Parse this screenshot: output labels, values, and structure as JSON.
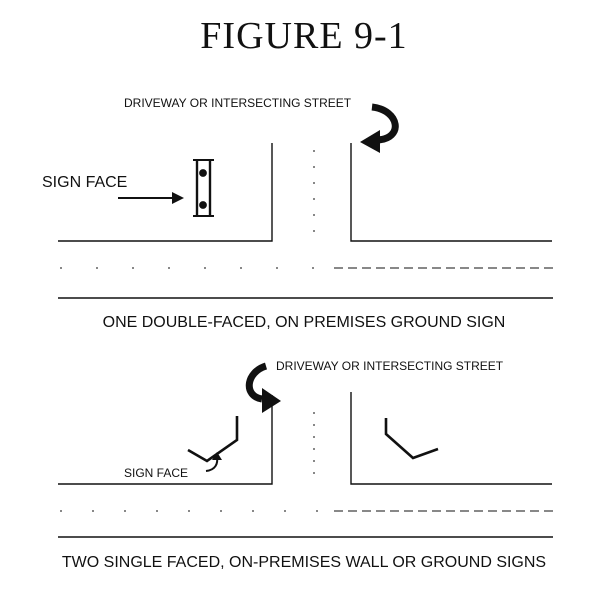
{
  "title": "FIGURE 9-1",
  "top_diagram": {
    "street_label": "DRIVEWAY OR INTERSECTING STREET",
    "sign_label": "SIGN FACE",
    "caption": "ONE DOUBLE-FACED, ON PREMISES GROUND SIGN"
  },
  "bottom_diagram": {
    "street_label": "DRIVEWAY OR INTERSECTING STREET",
    "sign_label": "SIGN FACE",
    "caption": "TWO SINGLE FACED, ON-PREMISES WALL OR GROUND SIGNS"
  },
  "colors": {
    "ink": "#111111",
    "background": "#ffffff"
  }
}
